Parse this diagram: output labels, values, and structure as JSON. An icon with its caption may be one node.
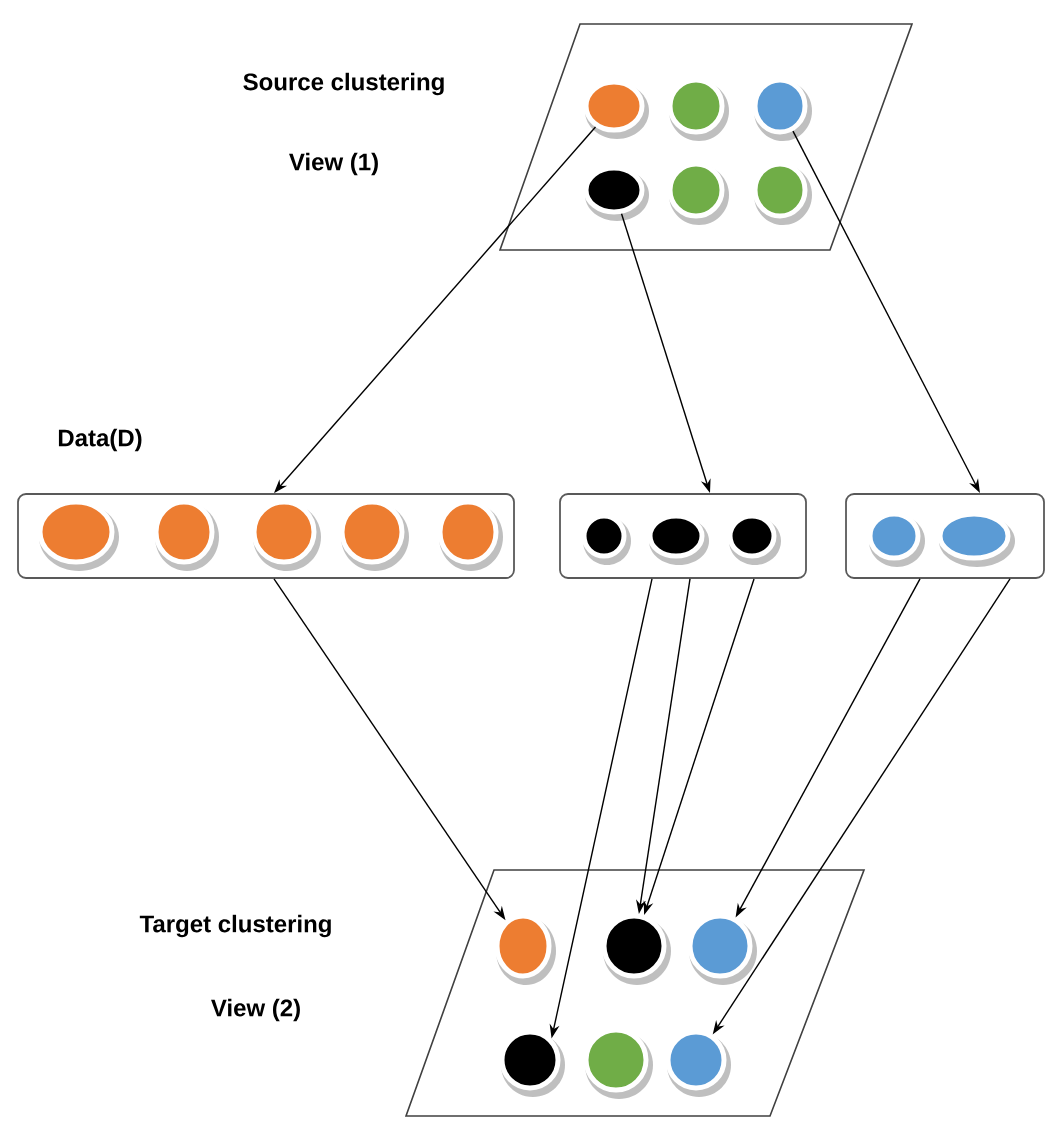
{
  "diagram": {
    "nodes": [
      {
        "text": [
          "Source clustering",
          "View (1)"
        ]
      },
      {
        "text": [],
        "shape": "circle",
        "in": 0
      },
      {
        "text": [],
        "shape": "circle",
        "in": 0
      },
      {
        "text": [],
        "shape": "circle",
        "in": 0
      },
      {
        "text": [],
        "shape": "circle",
        "in": 0
      },
      {
        "text": [],
        "shape": "circle",
        "in": 0
      },
      {
        "text": [],
        "shape": "circle",
        "in": 0
      },
      {
        "text": [],
        "shape": "box"
      },
      {
        "text": [],
        "shape": "circle",
        "in": 7
      },
      {
        "text": [],
        "shape": "circle",
        "in": 7
      },
      {
        "text": [],
        "shape": "circle",
        "in": 7
      },
      {
        "text": [],
        "shape": "circle",
        "in": 7
      },
      {
        "text": [],
        "shape": "circle",
        "in": 7
      },
      {
        "text": [],
        "shape": "box"
      },
      {
        "text": [],
        "shape": "circle",
        "in": 13
      },
      {
        "text": [],
        "shape": "circle",
        "in": 13
      },
      {
        "text": [],
        "shape": "circle",
        "in": 13
      },
      {
        "text": [],
        "shape": "box"
      },
      {
        "text": [],
        "shape": "circle",
        "in": 17
      },
      {
        "text": [],
        "shape": "circle",
        "in": 17
      },
      {
        "text": [
          "Target clustering",
          "View (2)"
        ]
      },
      {
        "text": [],
        "shape": "circle",
        "in": 20
      },
      {
        "text": [],
        "shape": "circle",
        "in": 20
      },
      {
        "text": [],
        "shape": "circle",
        "in": 20
      },
      {
        "text": [],
        "shape": "circle",
        "in": 20
      },
      {
        "text": [],
        "shape": "circle",
        "in": 20
      },
      {
        "text": [],
        "shape": "circle",
        "in": 20
      }
    ],
    "edges": [
      {
        "from": 1,
        "to": 7,
        "arrow": "to"
      },
      {
        "from": 4,
        "to": 13,
        "arrow": "to"
      },
      {
        "from": 3,
        "to": 17,
        "arrow": "to"
      },
      {
        "from": 7,
        "to": 21,
        "arrow": "to"
      },
      {
        "from": 13,
        "to": 24,
        "arrow": "to"
      },
      {
        "from": 13,
        "to": 22,
        "arrow": "to"
      },
      {
        "from": 13,
        "to": 22,
        "arrow": "to"
      },
      {
        "from": 17,
        "to": 23,
        "arrow": "to"
      },
      {
        "from": 17,
        "to": 26,
        "arrow": "to"
      }
    ],
    "labels": [
      "Data(D)"
    ]
  }
}
